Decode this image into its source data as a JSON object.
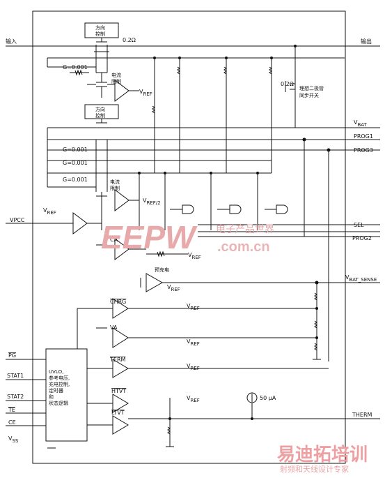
{
  "io_labels": {
    "input": "输入",
    "output": "输出",
    "vbat": "V",
    "vbat_sub": "BAT",
    "prog1": "PROG1",
    "prog3": "PROG3",
    "vpcc": "VPCC",
    "sel": "SEL",
    "prog2": "PROG2",
    "vbat_sense": "V",
    "vbat_sense_sub": "BAT_SENSE",
    "pg": "PG",
    "stat1": "STAT1",
    "stat2": "STAT2",
    "te": "TE",
    "ce": "CE",
    "vss": "V",
    "vss_sub": "SS",
    "therm": "THERM"
  },
  "blocks": {
    "dir_ctrl_1": [
      "方向",
      "控制"
    ],
    "dir_ctrl_2": [
      "方向",
      "控制"
    ],
    "current_limit_1": [
      "电流",
      "限制"
    ],
    "current_limit_2": [
      "电流",
      "限制"
    ],
    "ideal_diode": [
      "理想二极管",
      "同步开关"
    ],
    "precharge": "预充电",
    "logic": [
      "UVLO,",
      "参考电压,",
      "充电控制,",
      "定时器",
      "和",
      "状态逻辑"
    ]
  },
  "annotations": {
    "r_sense_top": "0.2Ω",
    "r_sense_diode": "0.2Ω",
    "gain_1": "G=0.001",
    "gain_2": "G=0.001",
    "gain_3": "G=0.001",
    "gain_4": "G=0.001",
    "vref": "V",
    "vref_sub": "REF",
    "vref_half_sub": "REF/2",
    "ca": "CA",
    "va": "VA",
    "chrg": "CHRG",
    "term": "TERM",
    "htvt": "HTVT",
    "ltvt": "LTVT",
    "current_source": "50 μA"
  },
  "watermarks": {
    "eepw": "EEPW",
    "eepw_cn": "电子产品世界",
    "eepw_com": ".com.cn",
    "ydt": "易迪拓培训",
    "ydt_sub": "射频和天线设计专家"
  }
}
